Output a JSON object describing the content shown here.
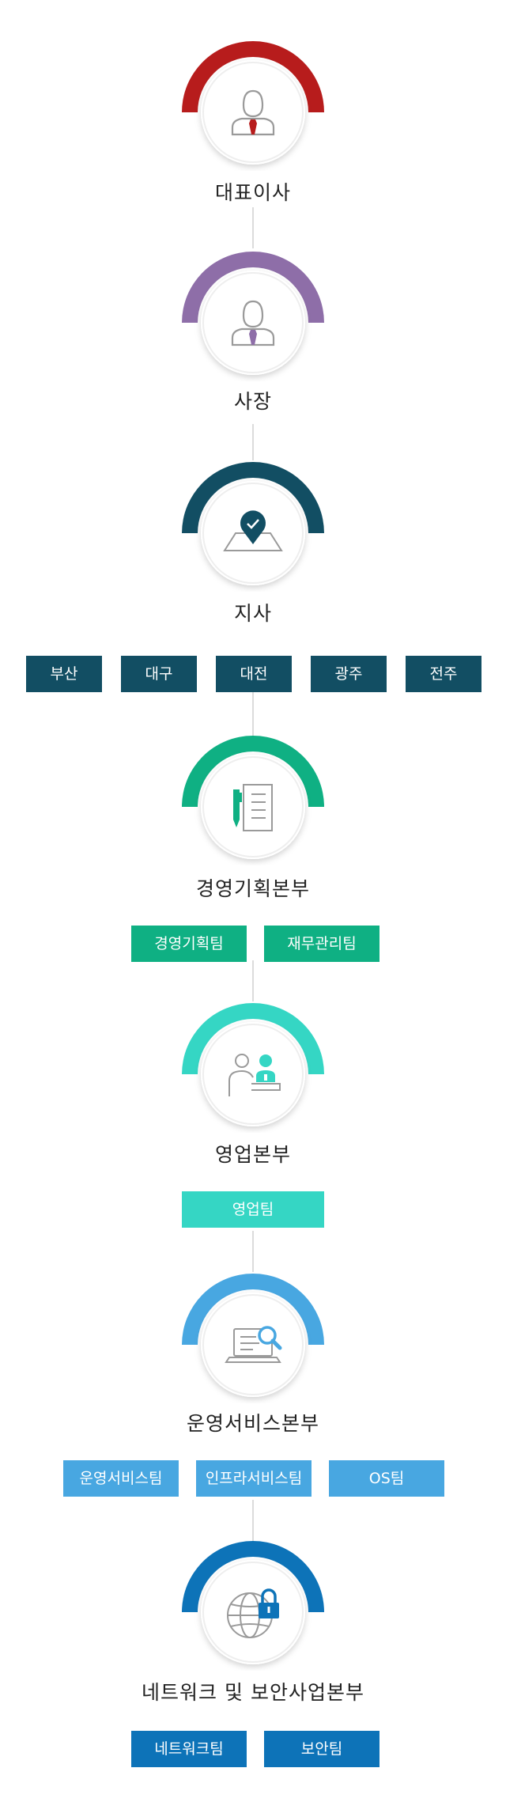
{
  "colors": {
    "ceo": "#b71c1c",
    "president": "#8e6ea8",
    "branch": "#124e63",
    "management": "#0fb083",
    "sales": "#35d6c4",
    "operations": "#48a7e1",
    "network": "#0d73b8",
    "connector": "#dcdcdc"
  },
  "nodes": {
    "ceo": {
      "label": "대표이사",
      "icon": "person-tie-icon"
    },
    "president": {
      "label": "사장",
      "icon": "person-tie-icon"
    },
    "branch": {
      "label": "지사",
      "icon": "map-pin-check-icon"
    },
    "management": {
      "label": "경영기획본부",
      "icon": "pen-document-icon"
    },
    "sales": {
      "label": "영업본부",
      "icon": "consultation-icon"
    },
    "operations": {
      "label": "운영서비스본부",
      "icon": "laptop-search-icon"
    },
    "network": {
      "label": "네트워크 및 보안사업본부",
      "icon": "globe-lock-icon"
    }
  },
  "branches": [
    "부산",
    "대구",
    "대전",
    "광주",
    "전주"
  ],
  "management_teams": [
    "경영기획팀",
    "재무관리팀"
  ],
  "sales_teams": [
    "영업팀"
  ],
  "operations_teams": [
    "운영서비스팀",
    "인프라서비스팀",
    "OS팀"
  ],
  "network_teams": [
    "네트워크팀",
    "보안팀"
  ]
}
